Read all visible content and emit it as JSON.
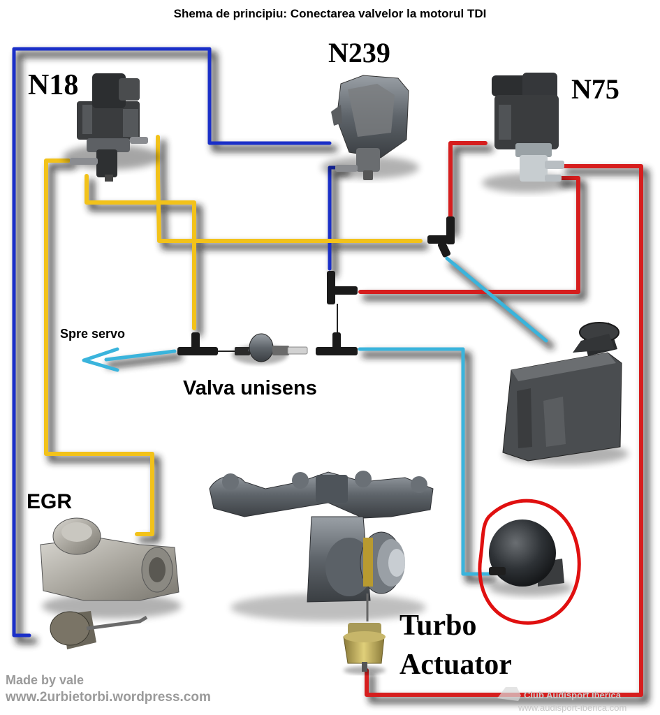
{
  "title": "Shema de principiu: Conectarea valvelor la motorul TDI",
  "labels": {
    "n18": "N18",
    "n239": "N239",
    "n75": "N75",
    "egr": "EGR",
    "spre_servo": "Spre servo",
    "valva_unisens": "Valva unisens",
    "turbo": "Turbo",
    "actuator": "Actuator"
  },
  "credits": {
    "author": "Made by vale",
    "site": "www.2urbietorbi.wordpress.com"
  },
  "watermark": {
    "club": "Club Audisport Iberica",
    "url": "www.audisport-iberica.com"
  },
  "hose_colors": {
    "blue": "#1a2fc8",
    "yellow": "#f2c21a",
    "red": "#d61e1e",
    "cyan": "#3ab4dc",
    "black_line": "#222222",
    "shadow": "#1e1e1e",
    "marker": "#e01010"
  }
}
